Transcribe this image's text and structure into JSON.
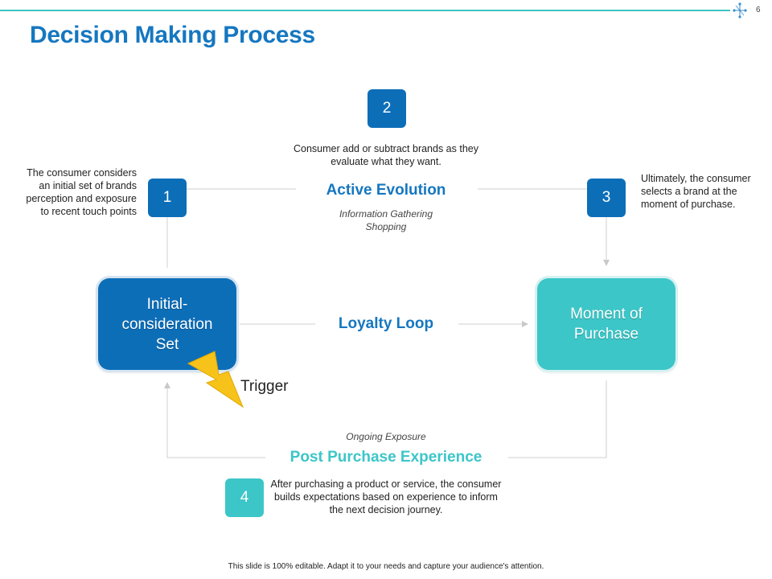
{
  "page_number": "6",
  "title": "Decision Making Process",
  "steps": [
    {
      "number": "1",
      "text": "The consumer considers an initial set of brands perception and exposure to recent touch points"
    },
    {
      "number": "2",
      "text": "Consumer add or subtract brands as they evaluate what they want."
    },
    {
      "number": "3",
      "text": "Ultimately, the consumer selects a brand at the moment of purchase."
    },
    {
      "number": "4",
      "text": "After purchasing a product or service, the consumer builds expectations based on experience to inform the next decision journey."
    }
  ],
  "stages": {
    "initial": "Initial-consideration Set",
    "purchase": "Moment of Purchase"
  },
  "labels": {
    "active_evolution": "Active Evolution",
    "active_evolution_sub": "Information Gathering Shopping",
    "loyalty_loop": "Loyalty  Loop",
    "post_purchase": "Post Purchase Experience",
    "post_purchase_sub": "Ongoing  Exposure",
    "trigger": "Trigger"
  },
  "colors": {
    "blue": "#0d6eb8",
    "teal": "#3cc6c8",
    "title_blue": "#1577c0",
    "lightning": "#f7c31a"
  },
  "icons": [
    "network-icon",
    "lightning-icon"
  ],
  "footer": "This slide is 100% editable.  Adapt it to your needs and capture your audience's attention."
}
